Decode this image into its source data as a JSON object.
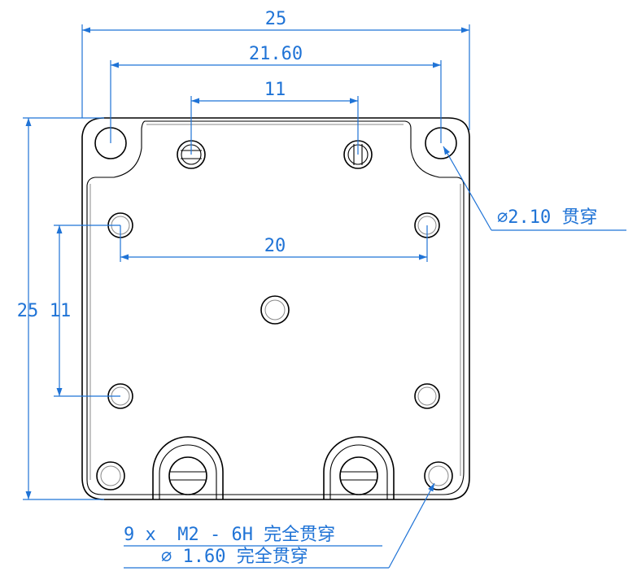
{
  "dimensions": {
    "overall_width": "25",
    "mounting_pitch_outer": "21.60",
    "top_hole_pitch": "11",
    "side_hole_pitch": "20",
    "overall_height": "25",
    "vertical_hole_pitch": "11"
  },
  "callouts": {
    "corner_hole": "⌀2.10 贯穿",
    "thread_line1": "9 x  M2 - 6H 完全贯穿",
    "thread_line2": "⌀ 1.60 完全贯穿"
  },
  "colors": {
    "dimension": "#1f73d6",
    "part_outline": "#000000"
  }
}
